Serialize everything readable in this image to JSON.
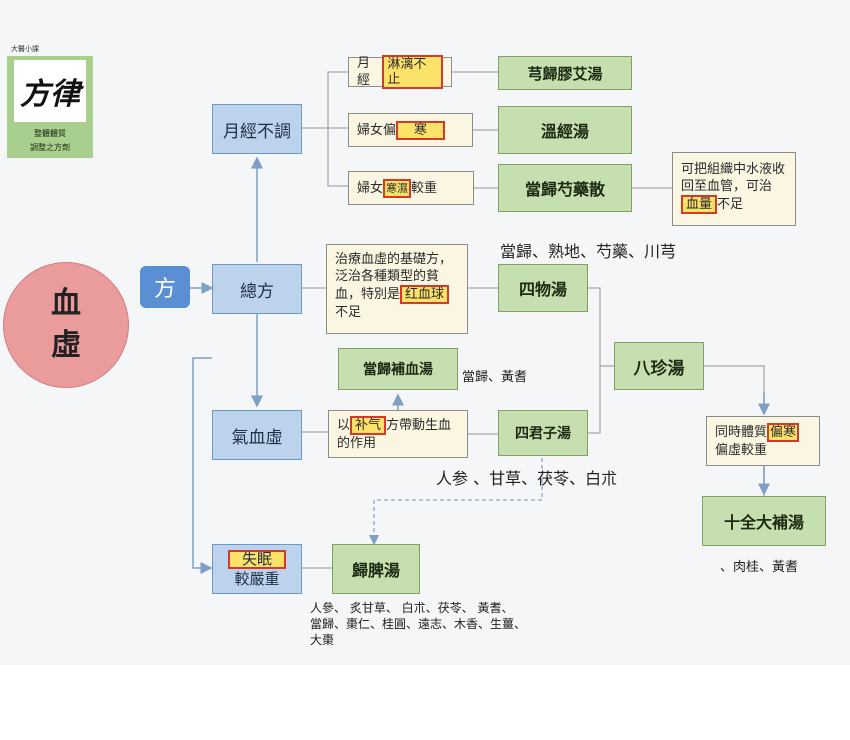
{
  "logo": {
    "caption_top": "大醫小課",
    "calligraphy": "方律",
    "line1": "整體體質",
    "line2": "調整之方劑"
  },
  "main_circle": {
    "line1": "血",
    "line2": "虛"
  },
  "fang_tag": "方",
  "nodes": {
    "yuejing": "月經不調",
    "zongfang": "總方",
    "qixuexu": "氣血虛",
    "shimian_hl": "失眠",
    "shimian_text": "較嚴重"
  },
  "notes": {
    "n1_pre": "月經",
    "n1_hl": "淋漓不止",
    "n2_pre": "婦女偏",
    "n2_hl": "寒",
    "n3_pre": "婦女",
    "n3_hl": "寒濕",
    "n3_post": "較重",
    "n4_pre": "可把組織中水液收回至血管，可治",
    "n4_hl": "血量",
    "n4_post": "不足",
    "n5_pre": "治療血虛的基礎方，泛治各種類型的貧血，特別是",
    "n5_hl": "红血球",
    "n5_post": "不足",
    "n6_pre": "以",
    "n6_hl": "补气",
    "n6_post": "方帶動生血的作用",
    "n7_pre": "同時體質",
    "n7_hl": "偏寒",
    "n7_post": "偏虛較重"
  },
  "formulas": {
    "f1": "芎歸膠艾湯",
    "f2": "溫經湯",
    "f3": "當歸芍藥散",
    "f4": "四物湯",
    "f5": "當歸補血湯",
    "f6": "四君子湯",
    "f7": "八珍湯",
    "f8": "十全大補湯",
    "f9": "歸脾湯"
  },
  "herbs": {
    "siwu": "當歸、熟地、芍藥、川芎",
    "buxue": "當歸、黃耆",
    "sijunzi": "人参 、甘草、茯苓、白朮",
    "shiquan": "、肉桂、黃耆",
    "guipi_1": "人參、 炙甘草、 白朮、茯苓、 黃耆、",
    "guipi_2": "當歸、棗仁、桂圓、遠志、木香、生薑、",
    "guipi_3": "大棗"
  }
}
